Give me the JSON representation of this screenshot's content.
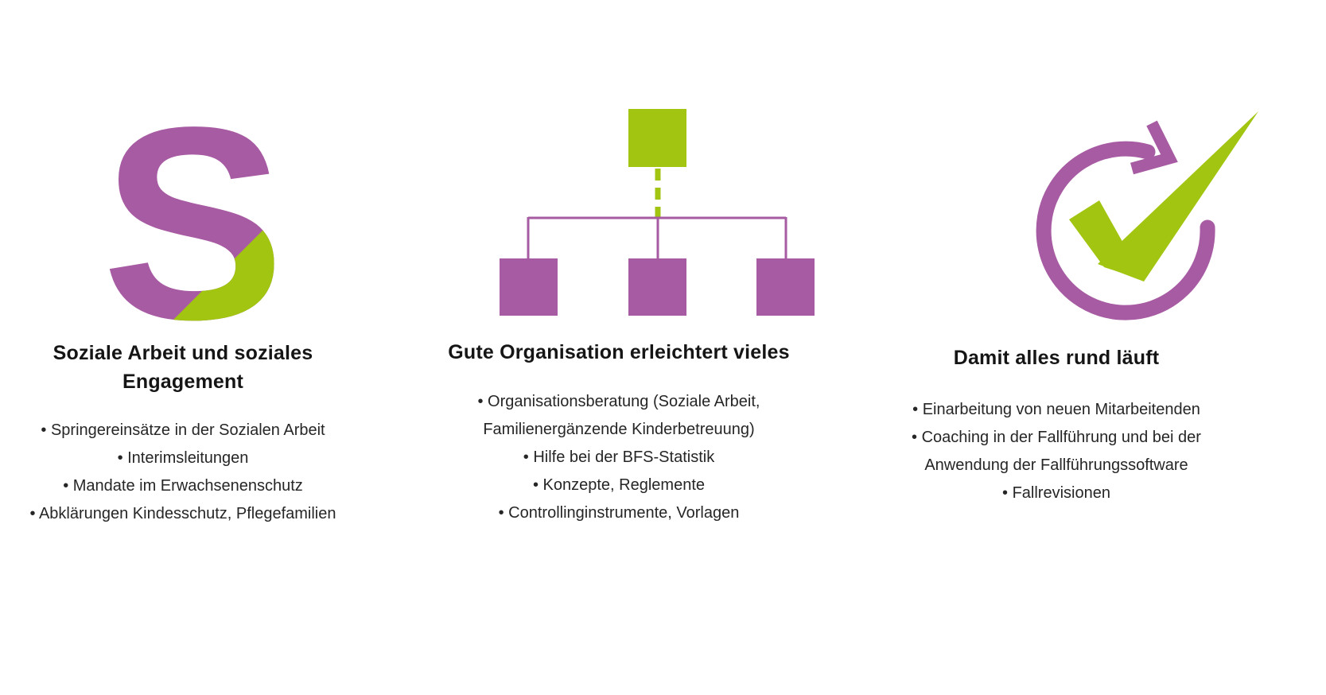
{
  "page": {
    "background": "#ffffff"
  },
  "colors": {
    "purple": "#a75ba2",
    "green": "#a2c511",
    "title_text": "#151515",
    "body_text": "#262626"
  },
  "bullet_char": "•",
  "logo_letter": "S",
  "columns": [
    {
      "id": "soziale-arbeit",
      "icon": "s-logo-icon",
      "title": "Soziale Arbeit und soziales Engagement",
      "bullets": [
        "Springereinsätze in der Sozialen Arbeit",
        "Interimsleitungen",
        "Mandate im Erwachsenenschutz",
        "Abklärungen Kindesschutz, Pflegefamilien"
      ]
    },
    {
      "id": "gute-organisation",
      "icon": "org-chart-icon",
      "title": "Gute Organisation erleichtert vieles",
      "bullets": [
        "Organisationsberatung (Soziale Arbeit, Familienergänzende Kinderbetreuung)",
        "Hilfe bei der BFS-Statistik",
        "Konzepte, Reglemente",
        "Controllinginstrumente, Vorlagen"
      ]
    },
    {
      "id": "rund-laeuft",
      "icon": "circular-check-icon",
      "title": "Damit alles rund läuft",
      "bullets": [
        "Einarbeitung von neuen Mitarbeitenden",
        "Coaching in der Fallführung und bei der Anwendung der Fallführungssoftware",
        "Fallrevisionen"
      ]
    }
  ]
}
